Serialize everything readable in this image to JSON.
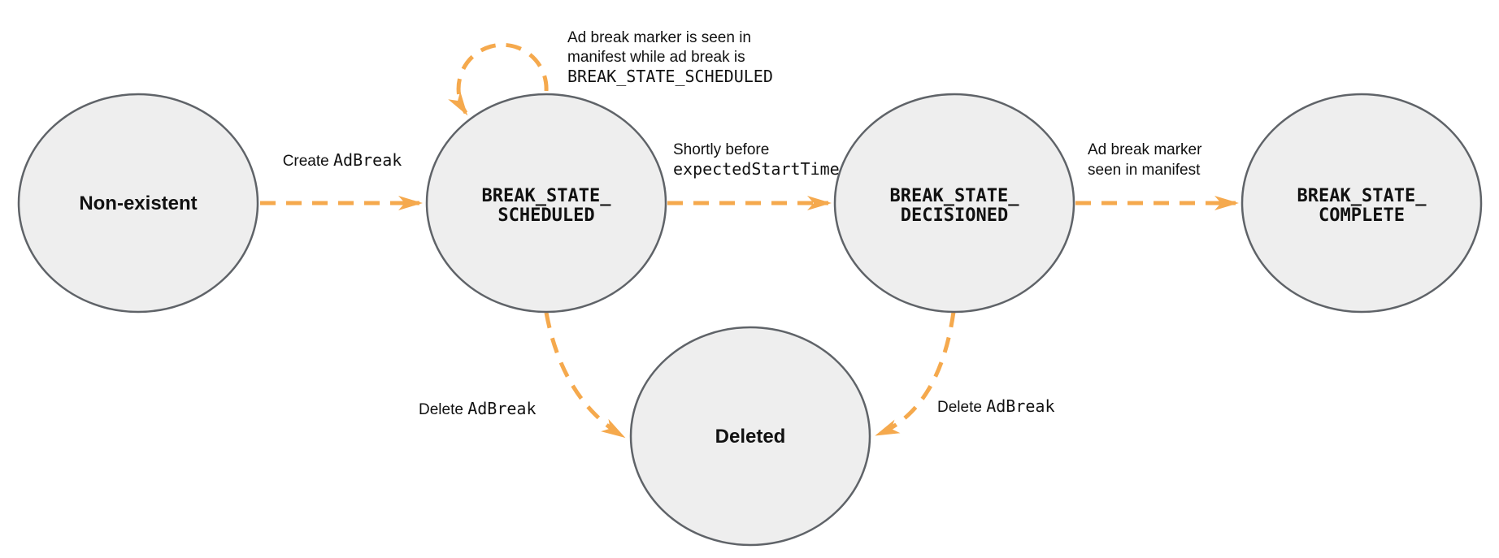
{
  "diagram": {
    "colors": {
      "node_fill": "#eeeeee",
      "node_border": "#5f6368",
      "arrow": "#f5a94d",
      "text": "#111111"
    },
    "nodes": {
      "non_existent": {
        "label": "Non-existent"
      },
      "scheduled": {
        "line1": "BREAK_STATE_",
        "line2": "SCHEDULED"
      },
      "decisioned": {
        "line1": "BREAK_STATE_",
        "line2": "DECISIONED"
      },
      "complete": {
        "line1": "BREAK_STATE_",
        "line2": "COMPLETE"
      },
      "deleted": {
        "label": "Deleted"
      }
    },
    "edges": {
      "create": {
        "prefix": "Create ",
        "code": "AdBreak"
      },
      "self_loop": {
        "line1": "Ad break marker is seen in",
        "line2": "manifest while ad break is",
        "code": "BREAK_STATE_SCHEDULED"
      },
      "decision": {
        "line1": "Shortly before",
        "code": "expectedStartTime"
      },
      "seen": {
        "line1": "Ad break marker",
        "line2": "seen in manifest"
      },
      "delete_left": {
        "prefix": "Delete ",
        "code": "AdBreak"
      },
      "delete_right": {
        "prefix": "Delete ",
        "code": "AdBreak"
      }
    }
  }
}
